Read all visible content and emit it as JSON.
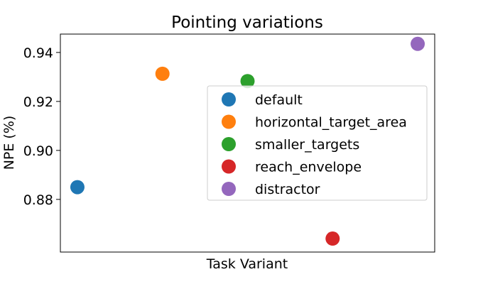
{
  "chart_data": {
    "type": "scatter",
    "title": "Pointing variations",
    "xlabel": "Task Variant",
    "ylabel": "NPE (%)",
    "ylim": [
      0.8585,
      0.9475
    ],
    "yticks": [
      0.88,
      0.9,
      0.92,
      0.94
    ],
    "ytick_labels": [
      "0.88",
      "0.90",
      "0.92",
      "0.94"
    ],
    "xlim": [
      -0.2,
      4.2
    ],
    "grid": false,
    "legend_position": "center-right",
    "series": [
      {
        "name": "default",
        "x": 0,
        "y": 0.885,
        "color": "#1f77b4"
      },
      {
        "name": "horizontal_target_area",
        "x": 1,
        "y": 0.9313,
        "color": "#ff7f0e"
      },
      {
        "name": "smaller_targets",
        "x": 2,
        "y": 0.9283,
        "color": "#2ca02c"
      },
      {
        "name": "reach_envelope",
        "x": 3,
        "y": 0.864,
        "color": "#d62728"
      },
      {
        "name": "distractor",
        "x": 4,
        "y": 0.9435,
        "color": "#9467bd"
      }
    ]
  }
}
